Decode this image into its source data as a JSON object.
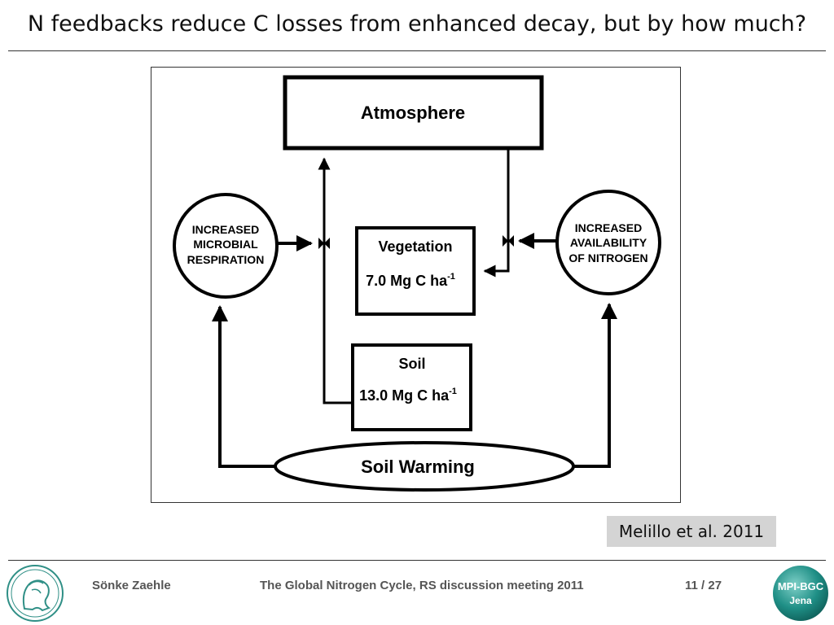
{
  "slide": {
    "title": "N feedbacks reduce C losses from enhanced decay, but by how much?",
    "citation": "Melillo et al. 2011"
  },
  "diagram": {
    "atmosphere": "Atmosphere",
    "vegetation": {
      "label": "Vegetation",
      "value": "7.0 Mg C ha",
      "unit_sup": "-1"
    },
    "soil": {
      "label": "Soil",
      "value": "13.0 Mg C ha",
      "unit_sup": "-1"
    },
    "microbial": {
      "line1": "INCREASED",
      "line2": "MICROBIAL",
      "line3": "RESPIRATION"
    },
    "nitrogen": {
      "line1": "INCREASED",
      "line2": "AVAILABILITY",
      "line3": "OF NITROGEN"
    },
    "warming": "Soil Warming"
  },
  "footer": {
    "author": "Sönke Zaehle",
    "event": "The Global Nitrogen Cycle, RS discussion meeting 2011",
    "page": "11 / 27"
  },
  "logos": {
    "right_line1": "MPI-BGC",
    "right_line2": "Jena"
  }
}
